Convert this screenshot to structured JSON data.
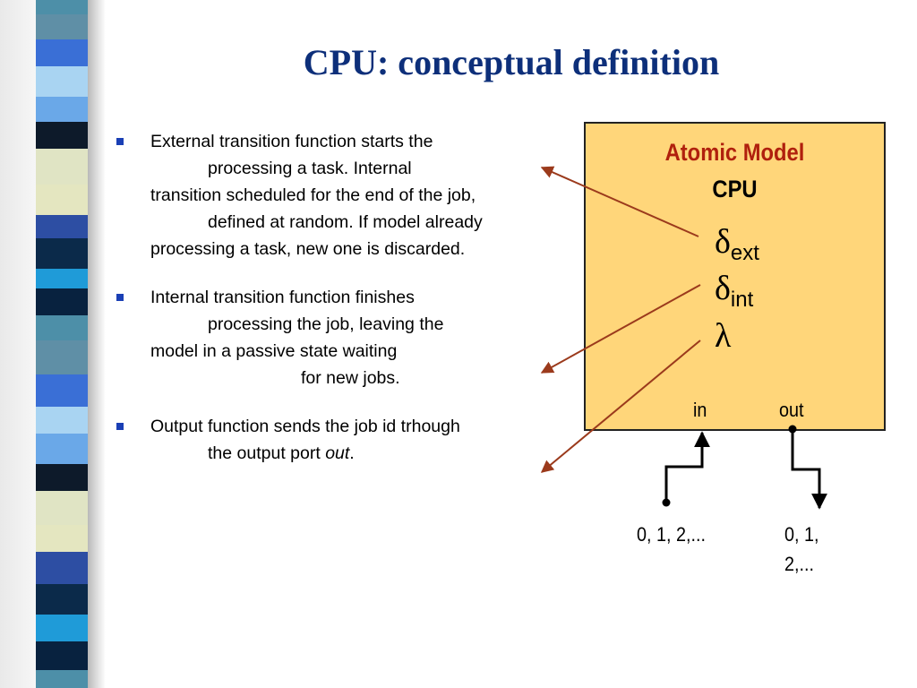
{
  "slide": {
    "title": "CPU: conceptual definition",
    "accent_color": "#0d2f7a",
    "bullet_color": "#1a3fb5"
  },
  "bullets": [
    {
      "lines": [
        "External transition function starts the",
        "processing a task. Internal",
        "transition scheduled for the end of the job,",
        "defined at random. If model already",
        "processing a task, new one is discarded."
      ]
    },
    {
      "lines": [
        "Internal transition function finishes",
        "processing the job, leaving the",
        "model in a passive state waiting",
        "for new jobs."
      ]
    },
    {
      "lines_main": "Output function sends the job id trhough",
      "line2_prefix": "the output port ",
      "line2_italic": "out",
      "line2_suffix": "."
    }
  ],
  "model": {
    "heading": "Atomic Model",
    "name": "CPU",
    "box_color": "#ffd67a",
    "heading_color": "#b0200d",
    "functions": [
      {
        "symbol": "δ",
        "sub": "ext"
      },
      {
        "symbol": "δ",
        "sub": "int"
      },
      {
        "symbol": "λ",
        "sub": ""
      }
    ],
    "ports": {
      "in": "in",
      "out": "out"
    },
    "input_values": "0, 1, 2,...",
    "output_values_1": "0, 1,",
    "output_values_2": "2,...",
    "arrow_color": "#9b3a1c"
  }
}
